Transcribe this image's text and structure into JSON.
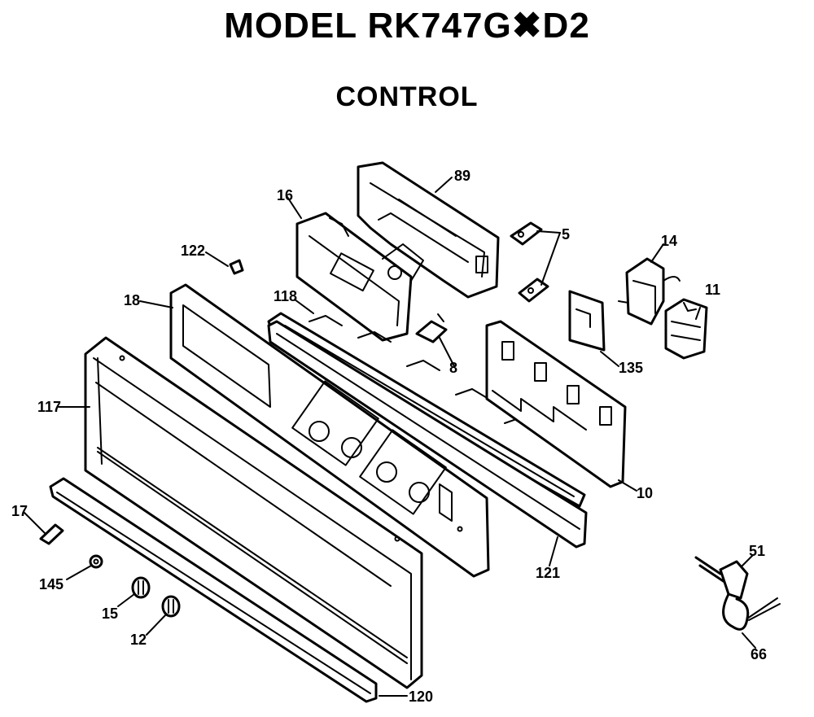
{
  "header": {
    "model": "MODEL RK747G✖D2",
    "section": "CONTROL"
  },
  "callouts": {
    "p89": "89",
    "p16": "16",
    "p5": "5",
    "p14": "14",
    "p11": "11",
    "p122": "122",
    "p118": "118",
    "p18": "18",
    "p8": "8",
    "p135": "135",
    "p117": "117",
    "p10": "10",
    "p17": "17",
    "p121": "121",
    "p145": "145",
    "p15": "15",
    "p12": "12",
    "p51": "51",
    "p66": "66",
    "p120": "120"
  }
}
